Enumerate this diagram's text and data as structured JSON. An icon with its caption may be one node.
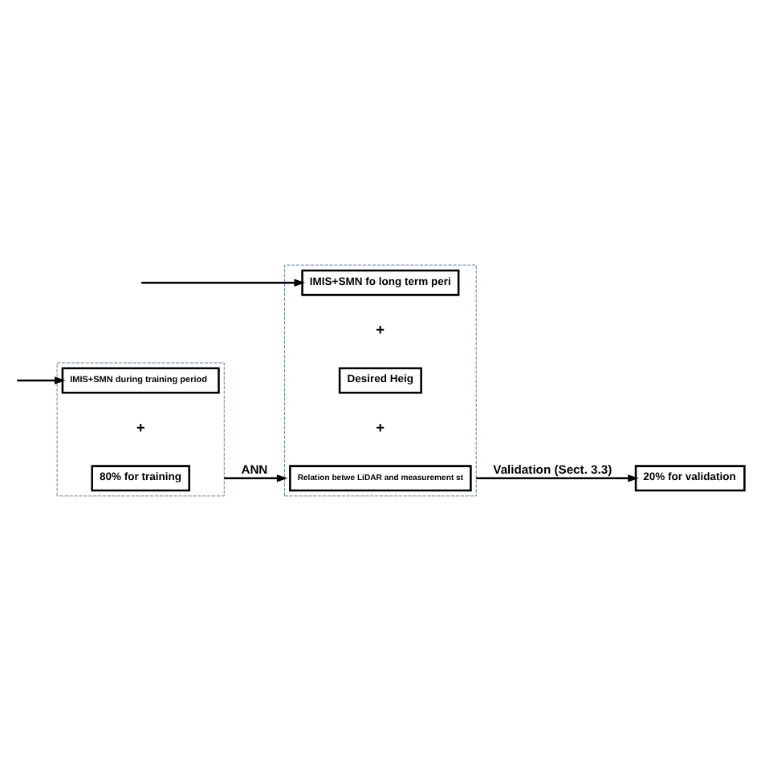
{
  "diagram": {
    "nodes": [
      {
        "text": [],
        "shape": "box"
      },
      {
        "text": [
          "IMIS+SMN during training period"
        ],
        "in": 0
      },
      {
        "text": [
          "80% for training"
        ],
        "in": 0
      },
      {
        "text": [],
        "shape": "box"
      },
      {
        "text": [
          "IMIS+SMN fo long term peri"
        ],
        "in": 3
      },
      {
        "text": [
          "Desired Heig"
        ],
        "in": 3
      },
      {
        "text": [
          "Relation betwe LiDAR and measurement st"
        ],
        "in": 3
      },
      {
        "text": [
          "20% for validation"
        ]
      }
    ],
    "edges": [
      {
        "from": null,
        "to": 4,
        "arrow": "to"
      },
      {
        "from": null,
        "to": 1,
        "arrow": "to"
      },
      {
        "from": 0,
        "to": 3,
        "arrow": "to",
        "label": "ANN"
      },
      {
        "from": 3,
        "to": 7,
        "arrow": "to",
        "label": "Validation (Sect. 3.3)"
      }
    ],
    "labels": [
      "+",
      "+",
      "+"
    ]
  }
}
